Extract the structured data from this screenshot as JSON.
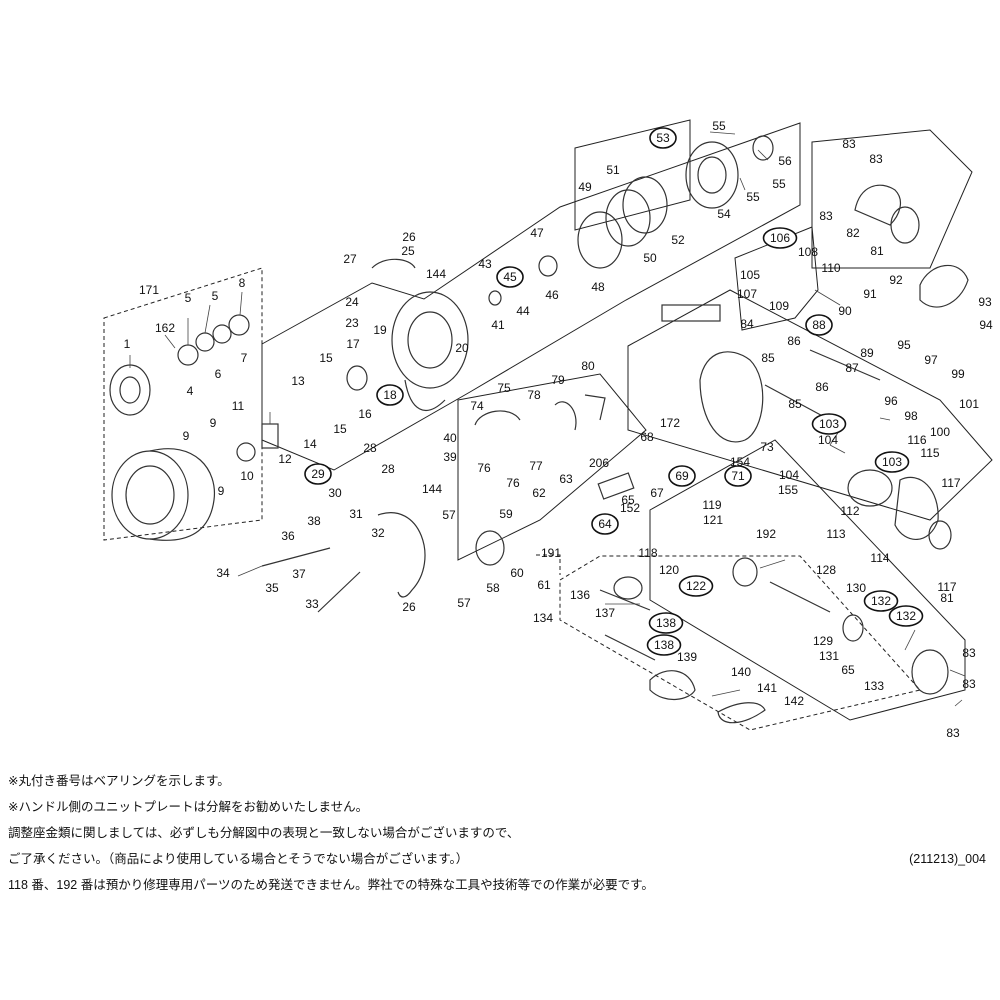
{
  "parts": [
    {
      "num": "1",
      "circled": false
    },
    {
      "num": "4",
      "circled": false
    },
    {
      "num": "5",
      "circled": false
    },
    {
      "num": "5",
      "circled": false
    },
    {
      "num": "6",
      "circled": false
    },
    {
      "num": "7",
      "circled": false
    },
    {
      "num": "8",
      "circled": false
    },
    {
      "num": "9",
      "circled": false
    },
    {
      "num": "9",
      "circled": false
    },
    {
      "num": "9",
      "circled": false
    },
    {
      "num": "10",
      "circled": false
    },
    {
      "num": "11",
      "circled": false
    },
    {
      "num": "12",
      "circled": false
    },
    {
      "num": "13",
      "circled": false
    },
    {
      "num": "14",
      "circled": false
    },
    {
      "num": "15",
      "circled": false
    },
    {
      "num": "15",
      "circled": false
    },
    {
      "num": "16",
      "circled": false
    },
    {
      "num": "17",
      "circled": false
    },
    {
      "num": "18",
      "circled": true
    },
    {
      "num": "19",
      "circled": false
    },
    {
      "num": "20",
      "circled": false
    },
    {
      "num": "23",
      "circled": false
    },
    {
      "num": "24",
      "circled": false
    },
    {
      "num": "25",
      "circled": false
    },
    {
      "num": "26",
      "circled": false
    },
    {
      "num": "26",
      "circled": false
    },
    {
      "num": "27",
      "circled": false
    },
    {
      "num": "28",
      "circled": false
    },
    {
      "num": "28",
      "circled": false
    },
    {
      "num": "29",
      "circled": true
    },
    {
      "num": "30",
      "circled": false
    },
    {
      "num": "31",
      "circled": false
    },
    {
      "num": "32",
      "circled": false
    },
    {
      "num": "33",
      "circled": false
    },
    {
      "num": "34",
      "circled": false
    },
    {
      "num": "35",
      "circled": false
    },
    {
      "num": "36",
      "circled": false
    },
    {
      "num": "37",
      "circled": false
    },
    {
      "num": "38",
      "circled": false
    },
    {
      "num": "39",
      "circled": false
    },
    {
      "num": "40",
      "circled": false
    },
    {
      "num": "41",
      "circled": false
    },
    {
      "num": "43",
      "circled": false
    },
    {
      "num": "44",
      "circled": false
    },
    {
      "num": "45",
      "circled": true
    },
    {
      "num": "46",
      "circled": false
    },
    {
      "num": "47",
      "circled": false
    },
    {
      "num": "48",
      "circled": false
    },
    {
      "num": "49",
      "circled": false
    },
    {
      "num": "50",
      "circled": false
    },
    {
      "num": "51",
      "circled": false
    },
    {
      "num": "52",
      "circled": false
    },
    {
      "num": "53",
      "circled": true
    },
    {
      "num": "54",
      "circled": false
    },
    {
      "num": "55",
      "circled": false
    },
    {
      "num": "55",
      "circled": false
    },
    {
      "num": "55",
      "circled": false
    },
    {
      "num": "56",
      "circled": false
    },
    {
      "num": "57",
      "circled": false
    },
    {
      "num": "57",
      "circled": false
    },
    {
      "num": "58",
      "circled": false
    },
    {
      "num": "59",
      "circled": false
    },
    {
      "num": "60",
      "circled": false
    },
    {
      "num": "61",
      "circled": false
    },
    {
      "num": "62",
      "circled": false
    },
    {
      "num": "63",
      "circled": false
    },
    {
      "num": "64",
      "circled": true
    },
    {
      "num": "65",
      "circled": false
    },
    {
      "num": "65",
      "circled": false
    },
    {
      "num": "67",
      "circled": false
    },
    {
      "num": "68",
      "circled": false
    },
    {
      "num": "69",
      "circled": true
    },
    {
      "num": "71",
      "circled": true
    },
    {
      "num": "73",
      "circled": false
    },
    {
      "num": "74",
      "circled": false
    },
    {
      "num": "75",
      "circled": false
    },
    {
      "num": "76",
      "circled": false
    },
    {
      "num": "76",
      "circled": false
    },
    {
      "num": "77",
      "circled": false
    },
    {
      "num": "78",
      "circled": false
    },
    {
      "num": "79",
      "circled": false
    },
    {
      "num": "80",
      "circled": false
    },
    {
      "num": "81",
      "circled": false
    },
    {
      "num": "81",
      "circled": false
    },
    {
      "num": "82",
      "circled": false
    },
    {
      "num": "83",
      "circled": false
    },
    {
      "num": "83",
      "circled": false
    },
    {
      "num": "83",
      "circled": false
    },
    {
      "num": "83",
      "circled": false
    },
    {
      "num": "83",
      "circled": false
    },
    {
      "num": "83",
      "circled": false
    },
    {
      "num": "84",
      "circled": false
    },
    {
      "num": "85",
      "circled": false
    },
    {
      "num": "85",
      "circled": false
    },
    {
      "num": "86",
      "circled": false
    },
    {
      "num": "86",
      "circled": false
    },
    {
      "num": "87",
      "circled": false
    },
    {
      "num": "88",
      "circled": true
    },
    {
      "num": "89",
      "circled": false
    },
    {
      "num": "90",
      "circled": false
    },
    {
      "num": "91",
      "circled": false
    },
    {
      "num": "92",
      "circled": false
    },
    {
      "num": "93",
      "circled": false
    },
    {
      "num": "94",
      "circled": false
    },
    {
      "num": "95",
      "circled": false
    },
    {
      "num": "96",
      "circled": false
    },
    {
      "num": "97",
      "circled": false
    },
    {
      "num": "98",
      "circled": false
    },
    {
      "num": "99",
      "circled": false
    },
    {
      "num": "100",
      "circled": false
    },
    {
      "num": "101",
      "circled": false
    },
    {
      "num": "103",
      "circled": true
    },
    {
      "num": "103",
      "circled": true
    },
    {
      "num": "104",
      "circled": false
    },
    {
      "num": "104",
      "circled": false
    },
    {
      "num": "105",
      "circled": false
    },
    {
      "num": "106",
      "circled": true
    },
    {
      "num": "107",
      "circled": false
    },
    {
      "num": "108",
      "circled": false
    },
    {
      "num": "109",
      "circled": false
    },
    {
      "num": "110",
      "circled": false
    },
    {
      "num": "112",
      "circled": false
    },
    {
      "num": "113",
      "circled": false
    },
    {
      "num": "114",
      "circled": false
    },
    {
      "num": "115",
      "circled": false
    },
    {
      "num": "116",
      "circled": false
    },
    {
      "num": "117",
      "circled": false
    },
    {
      "num": "117",
      "circled": false
    },
    {
      "num": "118",
      "circled": false
    },
    {
      "num": "119",
      "circled": false
    },
    {
      "num": "120",
      "circled": false
    },
    {
      "num": "121",
      "circled": false
    },
    {
      "num": "122",
      "circled": true
    },
    {
      "num": "128",
      "circled": false
    },
    {
      "num": "129",
      "circled": false
    },
    {
      "num": "130",
      "circled": false
    },
    {
      "num": "131",
      "circled": false
    },
    {
      "num": "132",
      "circled": true
    },
    {
      "num": "132",
      "circled": true
    },
    {
      "num": "133",
      "circled": false
    },
    {
      "num": "134",
      "circled": false
    },
    {
      "num": "136",
      "circled": false
    },
    {
      "num": "137",
      "circled": false
    },
    {
      "num": "138",
      "circled": true
    },
    {
      "num": "138",
      "circled": true
    },
    {
      "num": "139",
      "circled": false
    },
    {
      "num": "140",
      "circled": false
    },
    {
      "num": "141",
      "circled": false
    },
    {
      "num": "142",
      "circled": false
    },
    {
      "num": "144",
      "circled": false
    },
    {
      "num": "144",
      "circled": false
    },
    {
      "num": "152",
      "circled": false
    },
    {
      "num": "154",
      "circled": false
    },
    {
      "num": "155",
      "circled": false
    },
    {
      "num": "162",
      "circled": false
    },
    {
      "num": "171",
      "circled": false
    },
    {
      "num": "172",
      "circled": false
    },
    {
      "num": "191",
      "circled": false
    },
    {
      "num": "192",
      "circled": false
    },
    {
      "num": "206",
      "circled": false
    }
  ],
  "notes": [
    "※丸付き番号はベアリングを示します。",
    "※ハンドル側のユニットプレートは分解をお勧めいたしません。",
    "調整座金類に関しましては、必ずしも分解図中の表現と一致しない場合がございますので、",
    "ご了承ください。（商品により使用している場合とそうでない場合がございます。）",
    "118 番、192 番は預かり修理専用パーツのため発送できません。弊社での特殊な工具や技術等での作業が必要です。"
  ],
  "doc_code": "(211213)_004"
}
